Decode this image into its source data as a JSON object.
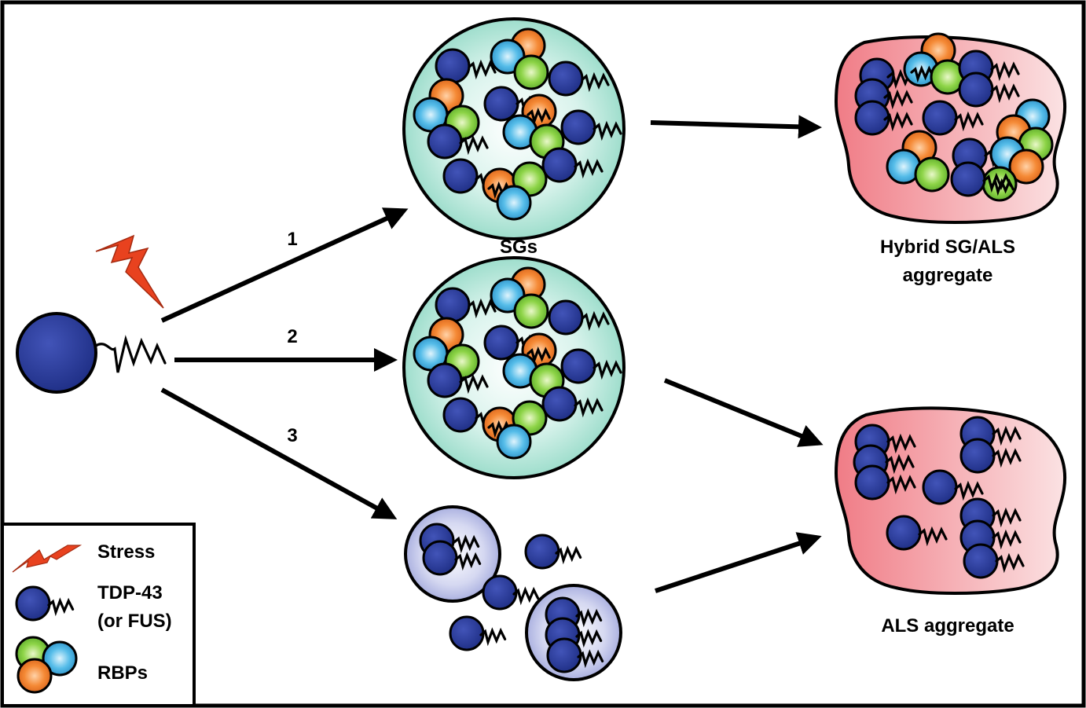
{
  "diagram": {
    "pathways": [
      {
        "id": "1",
        "label": "1"
      },
      {
        "id": "2",
        "label": "2"
      },
      {
        "id": "3",
        "label": "3"
      }
    ],
    "nodes": {
      "sg_label": "SGs",
      "hybrid_line1": "Hybrid SG/ALS",
      "hybrid_line2": "aggregate",
      "als_label": "ALS aggregate"
    },
    "legend": {
      "stress": "Stress",
      "tdp43_line1": "TDP-43",
      "tdp43_line2": "(or FUS)",
      "rbps": "RBPs"
    },
    "colors": {
      "tdp43": "#2a3f9e",
      "rbp_green": "#7ccf3f",
      "rbp_blue": "#49b3e3",
      "rbp_orange": "#f07a26",
      "stress_bolt": "#e8421f",
      "sg_fill": "#a8e3d3",
      "als_fill": "#f2868e",
      "oligomer_fill": "#aab0de"
    },
    "icons": [
      "lightning-bolt-icon"
    ]
  }
}
